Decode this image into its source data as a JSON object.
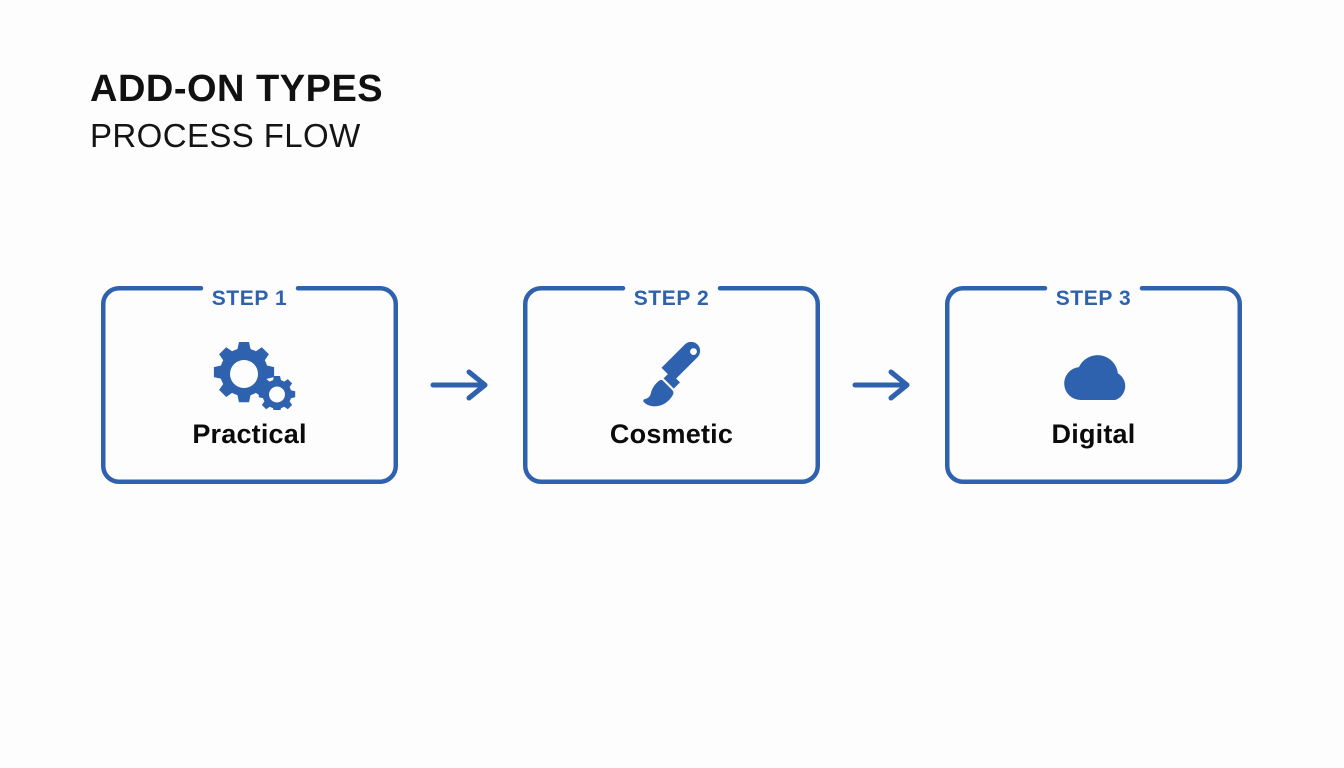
{
  "header": {
    "title": "ADD-ON TYPES",
    "subtitle": "PROCESS FLOW"
  },
  "theme": {
    "accent": "#2F62AE",
    "background": "#FDFDFE",
    "title_color": "#111111",
    "card_title_color": "#0B0B0B"
  },
  "flow": {
    "arrow_icon": "arrow-right-icon",
    "steps": [
      {
        "step_label": "STEP 1",
        "title": "Practical",
        "icon": "gears-icon"
      },
      {
        "step_label": "STEP 2",
        "title": "Cosmetic",
        "icon": "paintbrush-icon"
      },
      {
        "step_label": "STEP 3",
        "title": "Digital",
        "icon": "cloud-icon"
      }
    ]
  }
}
